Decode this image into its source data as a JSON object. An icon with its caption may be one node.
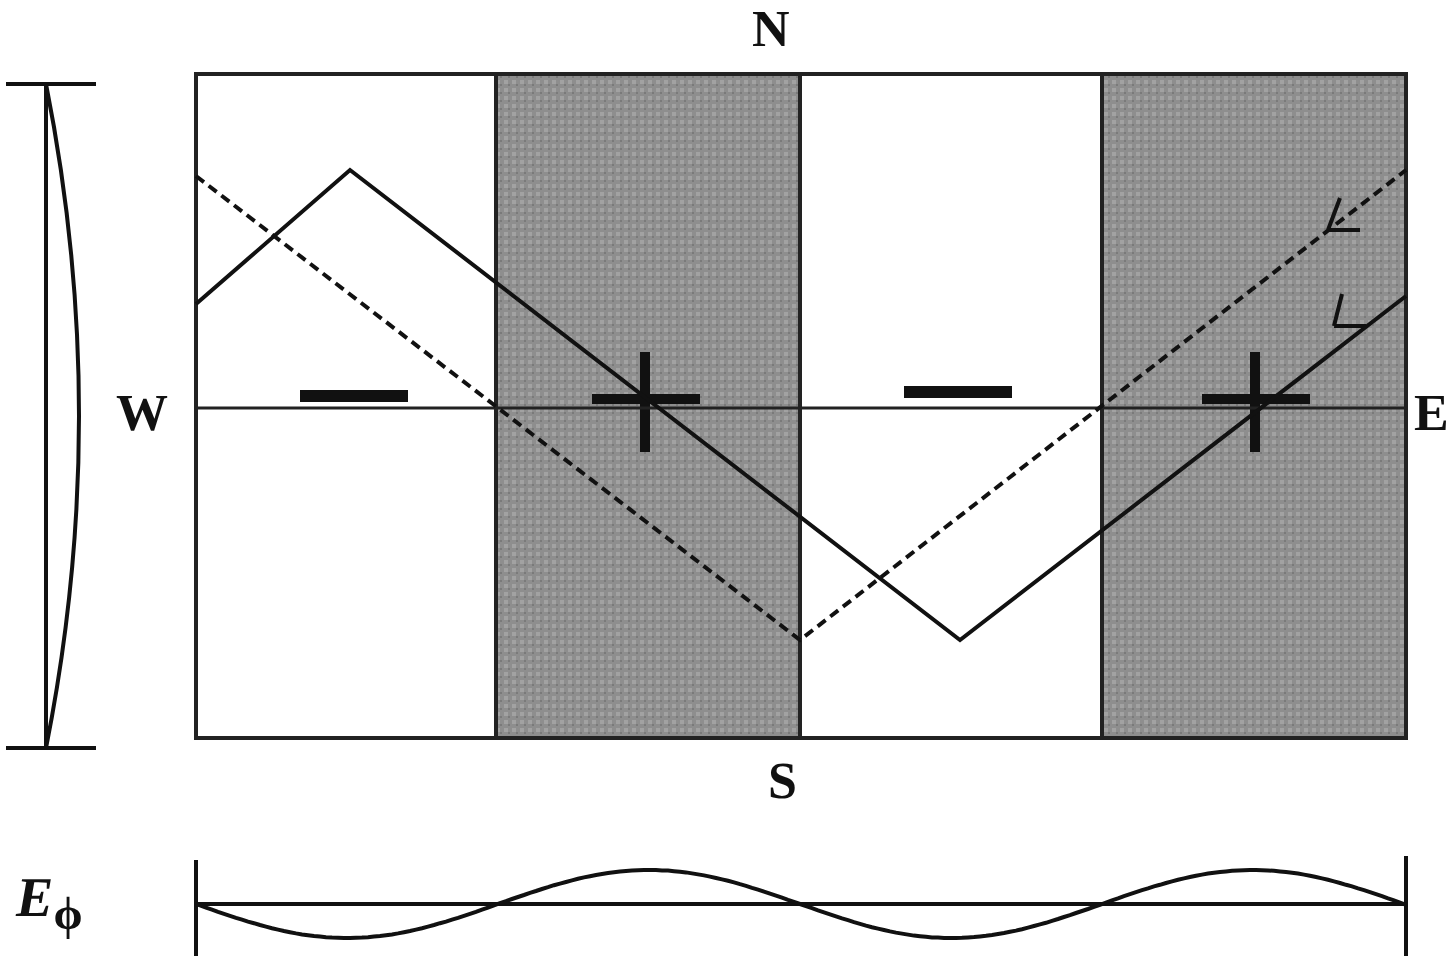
{
  "diagram": {
    "labels": [
      "N",
      "W",
      "E",
      "S",
      "*E*$_{ϕ}$"
    ]
  }
}
